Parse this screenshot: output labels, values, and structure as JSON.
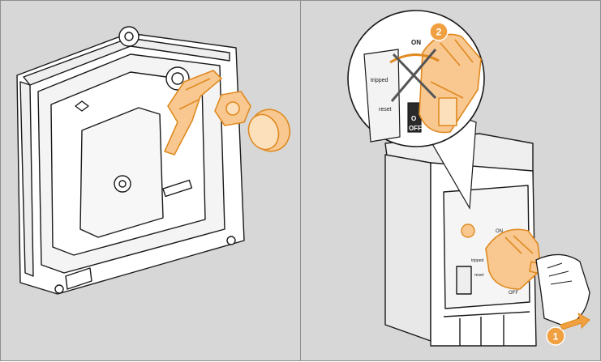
{
  "colors": {
    "panel_bg": "#d7d7d7",
    "panel_border": "#8e8e8e",
    "accent_orange": "#f0a040",
    "accent_orange_light": "#f8c890",
    "line": "#1a1a1a"
  },
  "left_panel": {
    "parts": [
      "frame-housing",
      "extension-shaft-bracket",
      "hex-nut",
      "round-cap"
    ]
  },
  "right_panel": {
    "zoom_labels": {
      "on": "ON",
      "tripped": "tripped",
      "reset": "reset",
      "o_off": "O",
      "off": "OFF"
    },
    "breaker_labels": {
      "on": "ON",
      "tripped": "tripped",
      "reset": "reset",
      "off": "OFF"
    },
    "steps": [
      {
        "number": "1"
      },
      {
        "number": "2"
      }
    ]
  }
}
